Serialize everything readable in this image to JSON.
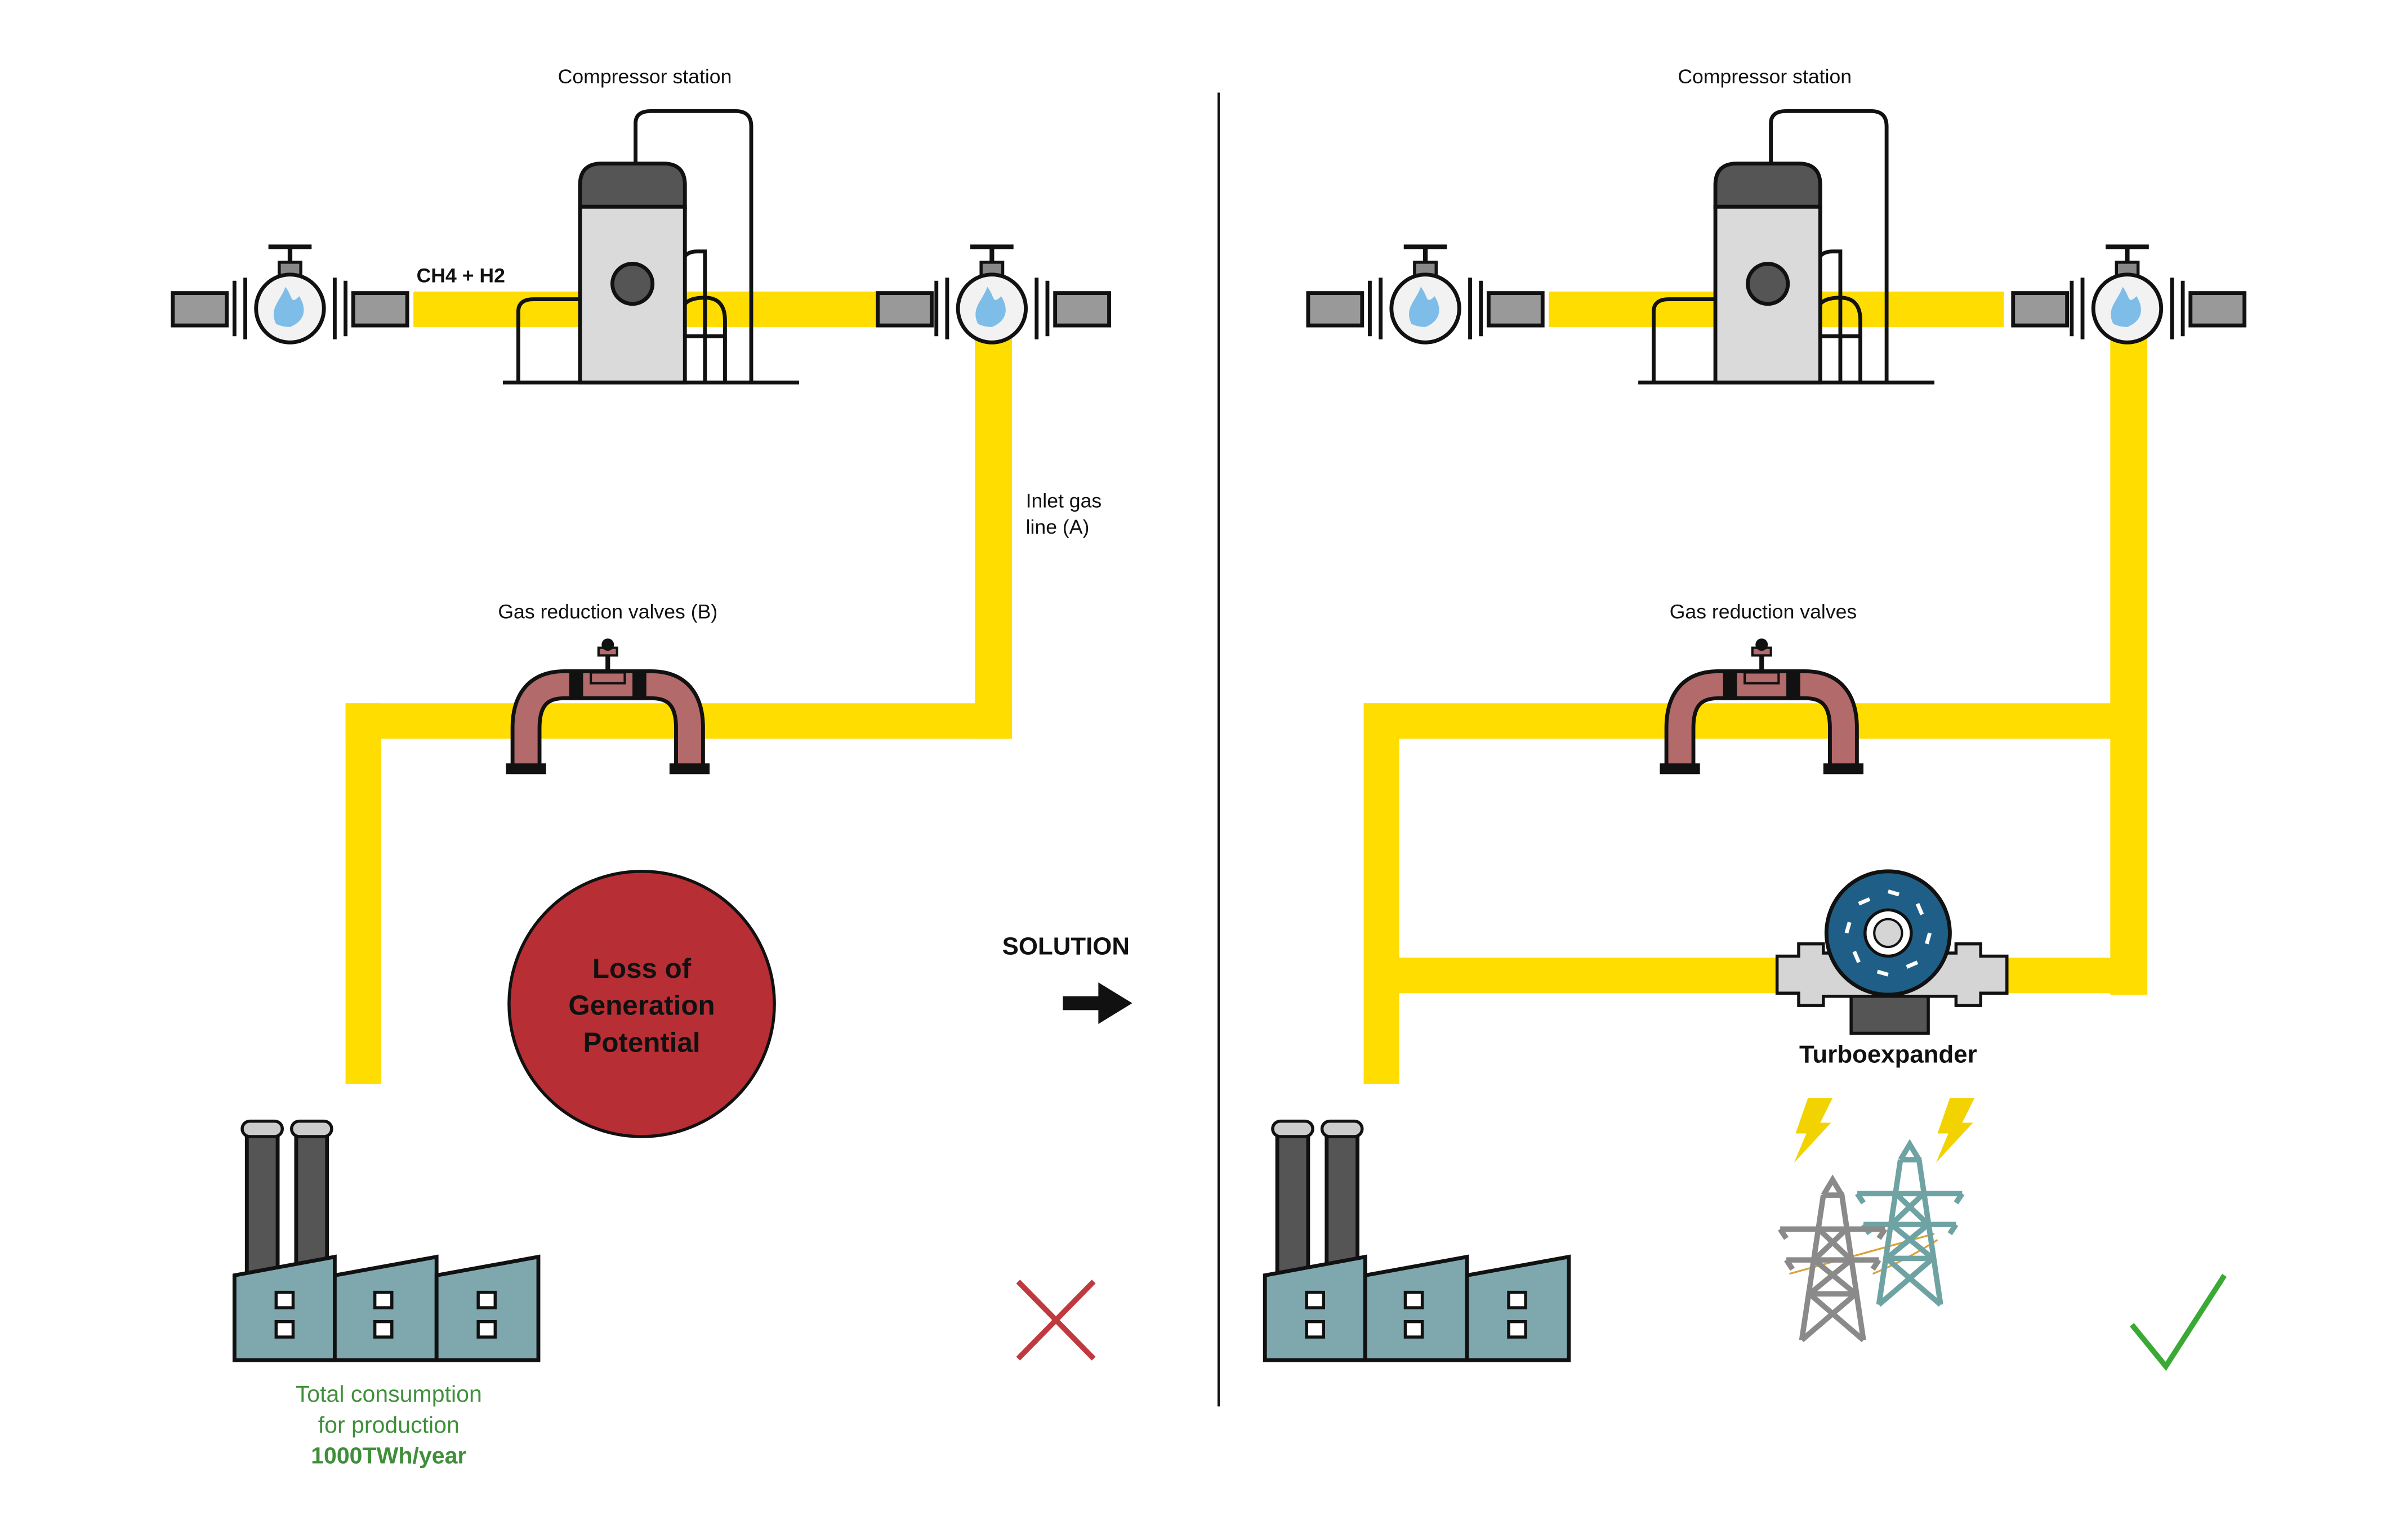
{
  "colors": {
    "pipe": "#FFDD00",
    "valve_body": "#B36A6A",
    "factory": "#7FA8AE",
    "loss_circle": "#B82E35",
    "cross": "#C0393F",
    "check": "#3AAA35",
    "green_text": "#3F8F3A",
    "turbo_blue": "#1F5F87",
    "gray": "#555555",
    "flame": "#7DBDE8"
  },
  "left": {
    "compressor_label": "Compressor station",
    "gas_label": "CH4 + H2",
    "inlet_label_line1": "Inlet gas",
    "inlet_label_line2": "line (A)",
    "valves_label": "Gas reduction valves (B)",
    "loss_line1": "Loss of",
    "loss_line2": "Generation",
    "loss_line3": "Potential",
    "consumption_line1": "Total consumption",
    "consumption_line2": "for production",
    "consumption_value": "1000TWh/year",
    "status_icon": "cross-icon"
  },
  "solution_label": "SOLUTION",
  "right": {
    "compressor_label": "Compressor station",
    "valves_label": "Gas reduction valves",
    "turbo_label": "Turboexpander",
    "status_icon": "check-icon"
  }
}
